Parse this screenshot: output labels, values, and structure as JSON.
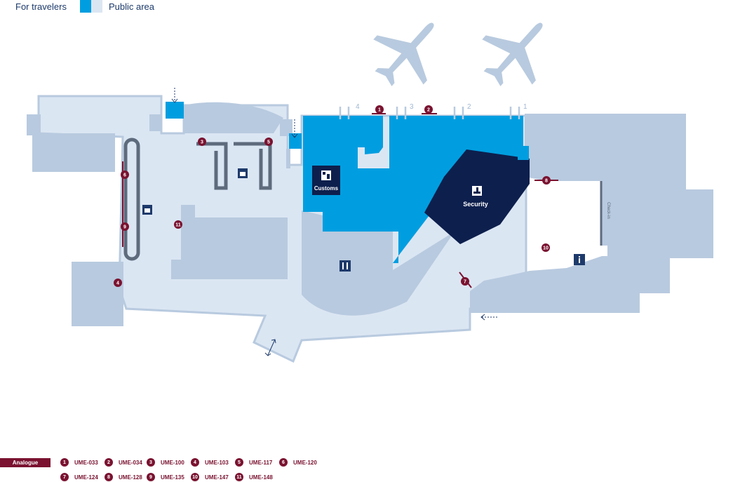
{
  "legend": {
    "travelers_label": "For travelers",
    "public_label": "Public area",
    "travelers_color": "#009ee0",
    "public_color": "#dbe6f3"
  },
  "map": {
    "customs_label": "Customs",
    "security_label": "Security",
    "checkin_label": "Check-in",
    "gates": [
      "4",
      "3",
      "2",
      "1"
    ],
    "icons": {
      "customs": "customs-officer-icon",
      "security": "security-check-icon",
      "baggage_a": "baggage-claim-icon",
      "baggage_b": "baggage-claim-icon",
      "restaurant": "restaurant-icon",
      "info": "information-icon",
      "airplane": "airplane-icon"
    },
    "colors": {
      "public": "#dbe6f3",
      "building": "#b8cadf",
      "travelers": "#009ee0",
      "security": "#0d1f4d",
      "marker": "#7a1230",
      "belt": "#5d6b7d"
    },
    "markers": [
      "1",
      "2",
      "3",
      "4",
      "5",
      "6",
      "7",
      "8",
      "9",
      "10",
      "11"
    ]
  },
  "footer": {
    "analogue_label": "Analogue",
    "sensors": [
      {
        "num": "1",
        "code": "UME-033"
      },
      {
        "num": "2",
        "code": "UME-034"
      },
      {
        "num": "3",
        "code": "UME-100"
      },
      {
        "num": "4",
        "code": "UME-103"
      },
      {
        "num": "5",
        "code": "UME-117"
      },
      {
        "num": "6",
        "code": "UME-120"
      },
      {
        "num": "7",
        "code": "UME-124"
      },
      {
        "num": "8",
        "code": "UME-128"
      },
      {
        "num": "9",
        "code": "UME-135"
      },
      {
        "num": "10",
        "code": "UME-147"
      },
      {
        "num": "11",
        "code": "UME-148"
      }
    ]
  }
}
